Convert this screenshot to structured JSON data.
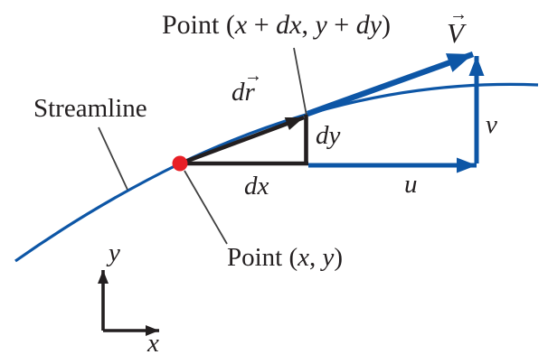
{
  "colors": {
    "blue": "#0d56a6",
    "red": "#e81f26",
    "ink": "#231f20"
  },
  "labels": {
    "streamline": "Streamline",
    "point_upper_segments": [
      {
        "t": "Point ("
      },
      {
        "t": "x",
        "i": true
      },
      {
        "t": " + "
      },
      {
        "t": "dx",
        "i": true
      },
      {
        "t": ", "
      },
      {
        "t": "y",
        "i": true
      },
      {
        "t": " + "
      },
      {
        "t": "dy",
        "i": true
      },
      {
        "t": ")"
      }
    ],
    "point_lower_segments": [
      {
        "t": "Point ("
      },
      {
        "t": "x",
        "i": true
      },
      {
        "t": ", "
      },
      {
        "t": "y",
        "i": true
      },
      {
        "t": ")"
      }
    ],
    "dr": "dr",
    "velocity": "V",
    "vec_arrow": "→",
    "dx": "dx",
    "dy": "dy",
    "u": "u",
    "v": "v",
    "axis_x": "x",
    "axis_y": "y"
  }
}
